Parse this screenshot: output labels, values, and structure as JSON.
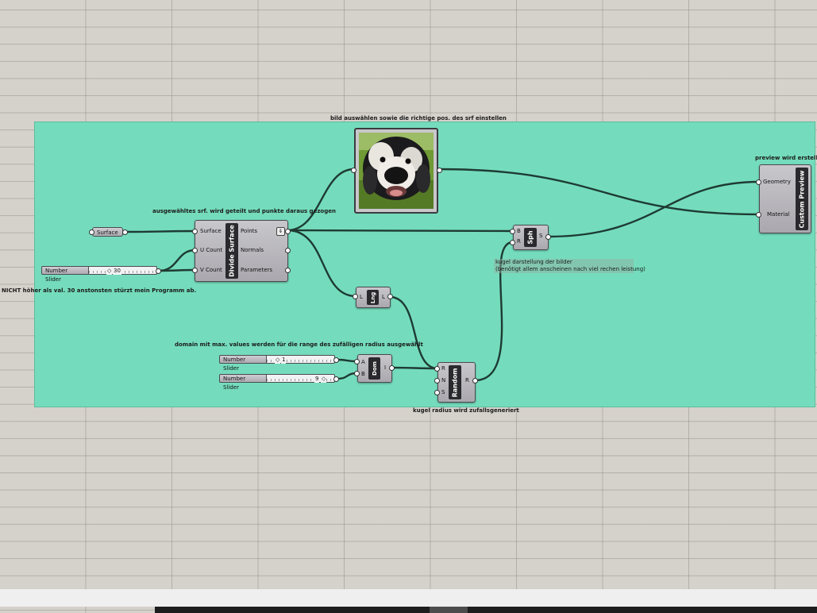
{
  "notes": {
    "image_title": "bild auswählen sowie die richtige pos. des srf einstellen",
    "preview_title": "preview wird erstellt",
    "divide_title": "ausgewähltes srf. wird geteilt und punkte daraus gezogen",
    "warning": "NICHT höher als val. 30 anstonsten stürzt mein Programm ab.",
    "sphere_note_1": "kugel darstellung der bilder",
    "sphere_note_2": "(benötigt allem anscheinen nach viel rechen leistung)",
    "domain_title": "domain mit max. values werden für die range des zufälligen radius ausgewählt",
    "random_note": "kugel radius wird zufallsgeneriert"
  },
  "components": {
    "surface_param": "Surface",
    "divide": {
      "name": "Divide Surface",
      "inputs": [
        "Surface",
        "U Count",
        "V Count"
      ],
      "outputs": [
        "Points",
        "Normals",
        "Parameters"
      ]
    },
    "sphere": {
      "name": "Sph",
      "inputs": [
        "B",
        "R"
      ],
      "outputs": [
        "S"
      ]
    },
    "length": {
      "name": "Lng",
      "inputs": [
        "L"
      ],
      "outputs": [
        "L"
      ]
    },
    "domain": {
      "name": "Dom",
      "inputs": [
        "A",
        "B"
      ],
      "outputs": [
        "I"
      ]
    },
    "random": {
      "name": "Random",
      "inputs": [
        "R",
        "N",
        "S"
      ],
      "outputs": [
        "R"
      ]
    },
    "preview": {
      "name": "Custom Preview",
      "inputs": [
        "Geometry",
        "Material"
      ]
    }
  },
  "sliders": [
    {
      "label": "Number Slider",
      "value": "30"
    },
    {
      "label": "Number Slider",
      "value": "1"
    },
    {
      "label": "Number Slider",
      "value": "9"
    }
  ],
  "colors": {
    "canvas": "#d5d1cb",
    "group": "#74dcbc",
    "component": "#b9b8bd",
    "wire": "#1e3b33"
  }
}
